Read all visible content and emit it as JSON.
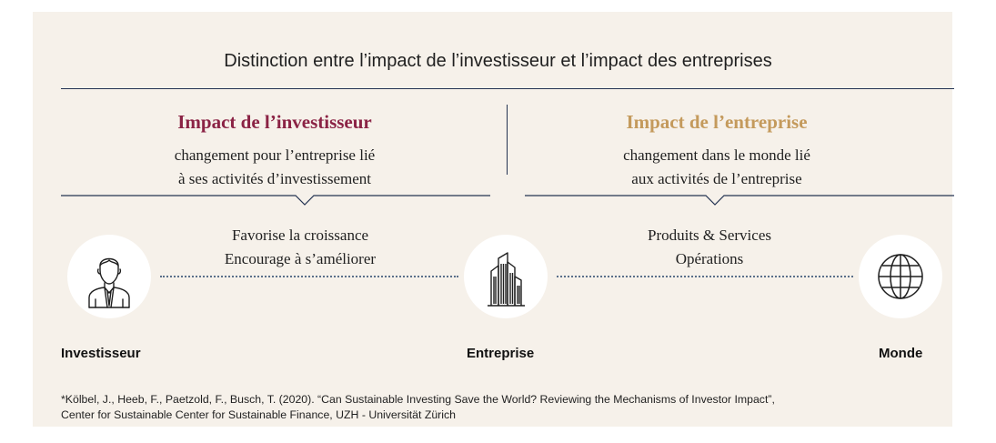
{
  "title": "Distinction entre l’impact de l’investisseur et l’impact des entreprises",
  "colors": {
    "background": "#f6f1ea",
    "rule": "#243352",
    "investor_accent": "#8b2345",
    "company_accent": "#c49a5c"
  },
  "left_column": {
    "heading": "Impact de l’investisseur",
    "description_lines": [
      "changement pour l’entreprise lié",
      "à ses activités d’investissement"
    ],
    "connector_lines": [
      "Favorise la croissance",
      "Encourage à s’améliorer"
    ]
  },
  "right_column": {
    "heading": "Impact de l’entreprise",
    "description_lines": [
      "changement dans le monde lié",
      "aux activités de l’entreprise"
    ],
    "connector_lines": [
      "Produits & Services",
      "Opérations"
    ]
  },
  "nodes": [
    {
      "label": "Investisseur",
      "icon": "investor-icon"
    },
    {
      "label": "Entreprise",
      "icon": "buildings-icon"
    },
    {
      "label": "Monde",
      "icon": "globe-icon"
    }
  ],
  "footnote_lines": [
    "*Kölbel, J., Heeb, F., Paetzold, F., Busch, T. (2020). “Can Sustainable Investing Save the World? Reviewing the Mechanisms of Investor Impact”,",
    "Center for Sustainable Center for Sustainable Finance, UZH - Universität Zürich"
  ]
}
